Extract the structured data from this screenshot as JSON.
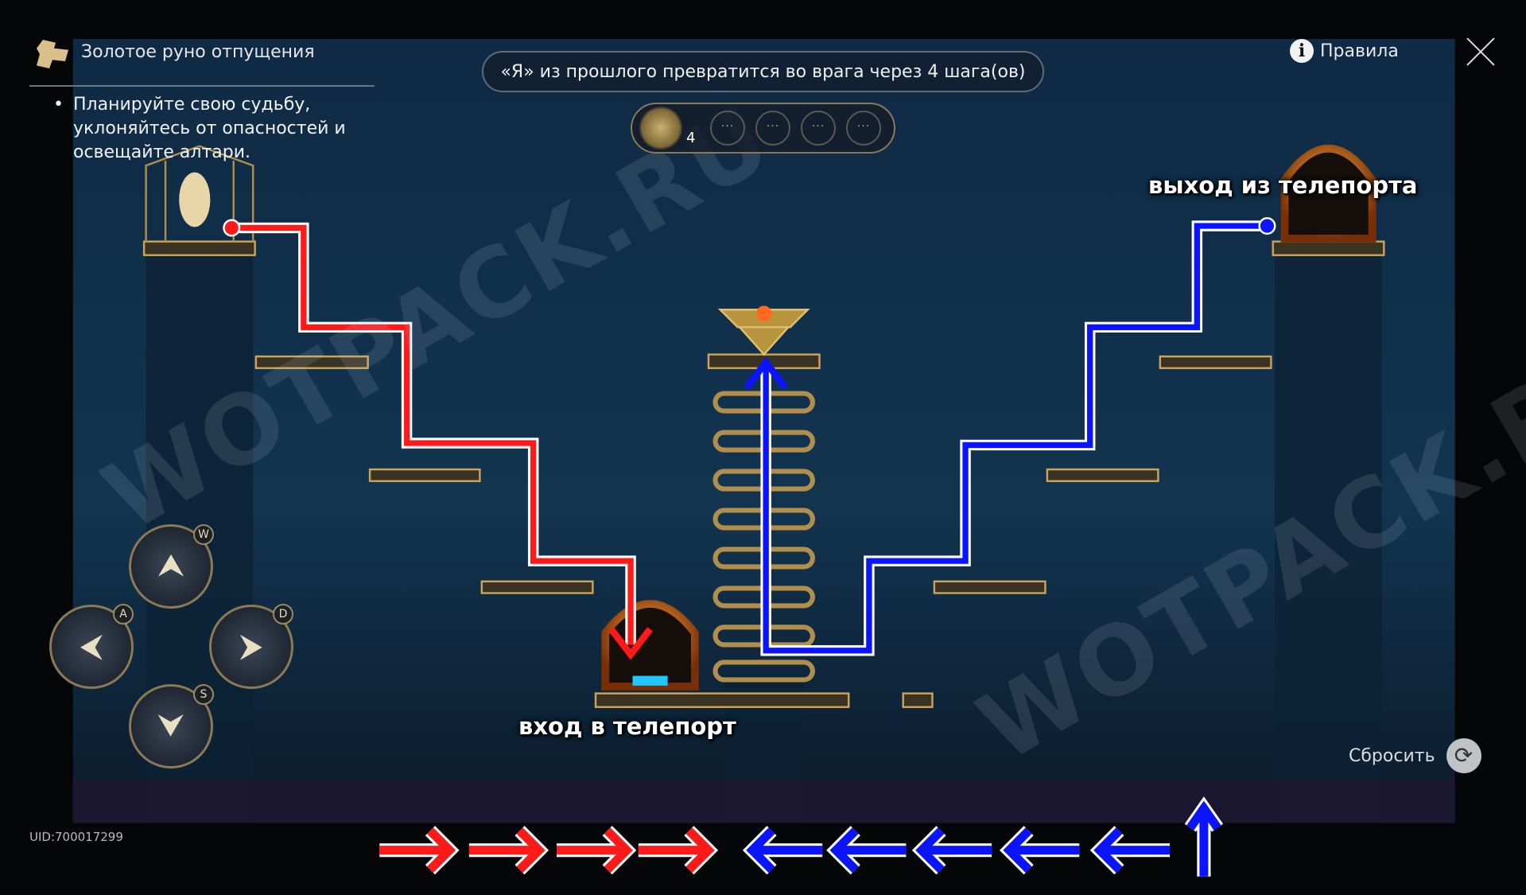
{
  "header": {
    "puzzle_title": "Золотое руно отпущения",
    "description": "Планируйте свою судьбу, уклоняйтесь от опасностей и освещайте алтари.",
    "banner": "«Я» из прошлого превратится во врага через 4 шага(ов)",
    "rules_label": "Правила",
    "close_icon": "close-icon"
  },
  "tracker": {
    "current_step": "4",
    "slots": [
      "···",
      "···",
      "···",
      "···"
    ]
  },
  "scene": {
    "exit_label": "выход из телепорта",
    "entry_label": "вход в телепорт",
    "watermark": "WOTPACK.RU",
    "colors": {
      "red_path": "#ff1a1a",
      "blue_path": "#0a14ff",
      "gold": "#c9a45a"
    }
  },
  "controls": {
    "up_key": "W",
    "left_key": "A",
    "right_key": "D",
    "down_key": "S",
    "up_glyph": "⮝",
    "left_glyph": "⮜",
    "right_glyph": "⮞",
    "down_glyph": "⮟"
  },
  "footer": {
    "reset_label": "Сбросить",
    "reset_glyph": "⟳",
    "uid": "UID:700017299",
    "move_sequence": [
      "right",
      "right",
      "right",
      "right",
      "left",
      "left",
      "left",
      "left",
      "left",
      "up"
    ]
  }
}
